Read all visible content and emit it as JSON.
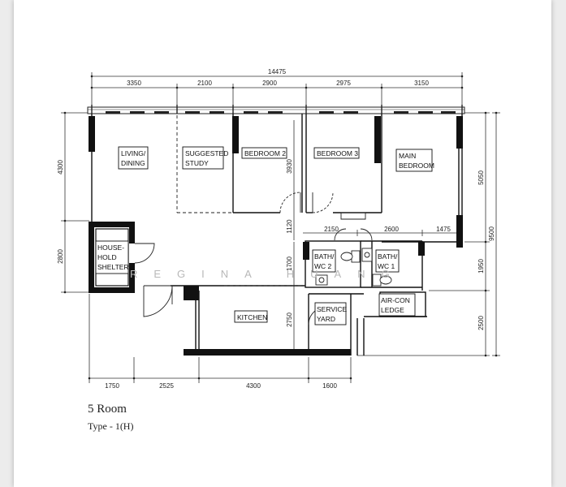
{
  "plan": {
    "title": "5 Room",
    "type": "Type - 1(H)",
    "watermark": "REGINA HUANG"
  },
  "dims": {
    "top_total": "14475",
    "top": [
      "3350",
      "2100",
      "2900",
      "2975",
      "3150"
    ],
    "bottom": [
      "1750",
      "2525",
      "4300",
      "1600"
    ],
    "left": [
      "4300",
      "2800"
    ],
    "right_inner": [
      "5050",
      "1950",
      "2500"
    ],
    "right_total": "9500",
    "interior": [
      "3930",
      "1120",
      "1700",
      "2750",
      "2150",
      "2600",
      "1475"
    ]
  },
  "rooms": {
    "living": [
      "LIVING/",
      "DINING"
    ],
    "study": [
      "SUGGESTED",
      "STUDY"
    ],
    "bedroom2": "BEDROOM  2",
    "bedroom3": "BEDROOM  3",
    "main": [
      "MAIN",
      "BEDROOM"
    ],
    "shelter": [
      "HOUSE-",
      "HOLD",
      "SHELTER"
    ],
    "bath2": [
      "BATH/",
      "WC  2"
    ],
    "bath1": [
      "BATH/",
      "WC  1"
    ],
    "kitchen": "KITCHEN",
    "service": [
      "SERVICE",
      "YARD"
    ],
    "aircon": [
      "AIR-CON",
      "LEDGE"
    ]
  }
}
